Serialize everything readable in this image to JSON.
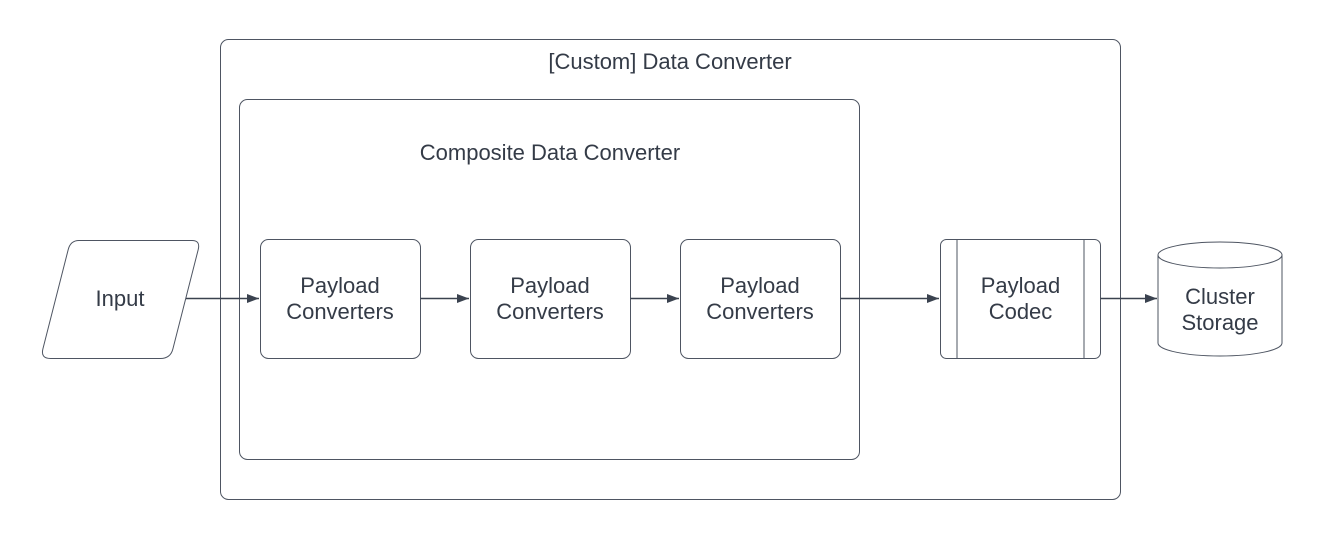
{
  "diagram": {
    "outer_container": {
      "title": "[Custom] Data Converter"
    },
    "composite_container": {
      "title": "Composite Data Converter"
    },
    "nodes": {
      "input": {
        "label": "Input"
      },
      "converter1": {
        "label": "Payload Converters"
      },
      "converter2": {
        "label": "Payload Converters"
      },
      "converter3": {
        "label": "Payload Converters"
      },
      "codec": {
        "label": "Payload Codec"
      },
      "storage": {
        "label": "Cluster Storage"
      }
    },
    "colors": {
      "background": "#ffffff",
      "shape_stroke": "#4e5562",
      "arrow": "#3a424f",
      "text": "#343b47"
    }
  }
}
